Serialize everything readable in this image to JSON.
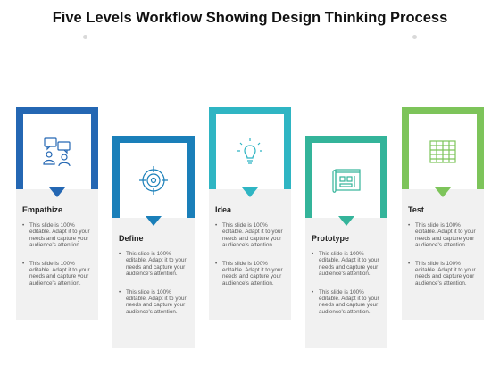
{
  "title": "Five Levels Workflow Showing Design Thinking Process",
  "stages": [
    {
      "name": "Empathize",
      "color": "#2467b3",
      "icon": "people-chat-icon",
      "bullets": [
        "This slide is 100% editable. Adapt it to your needs and capture your audience's attention.",
        "This slide is 100% editable. Adapt it to your needs and capture your audience's attention."
      ]
    },
    {
      "name": "Define",
      "color": "#1a7fb9",
      "icon": "target-icon",
      "bullets": [
        "This slide is 100% editable. Adapt it to your needs and capture your audience's attention.",
        "This slide is 100% editable. Adapt it to your needs and capture your audience's attention."
      ]
    },
    {
      "name": "Idea",
      "color": "#2fb5c3",
      "icon": "lightbulb-icon",
      "bullets": [
        "This slide is 100% editable. Adapt it to your needs and capture your audience's attention.",
        "This slide is 100% editable. Adapt it to your needs and capture your audience's attention."
      ]
    },
    {
      "name": "Prototype",
      "color": "#34b49a",
      "icon": "blueprint-icon",
      "bullets": [
        "This slide is 100% editable. Adapt it to your needs and capture your audience's attention.",
        "This slide is 100% editable. Adapt it to your needs and capture your audience's attention."
      ]
    },
    {
      "name": "Test",
      "color": "#7dc45a",
      "icon": "spreadsheet-icon",
      "bullets": [
        "This slide is 100% editable. Adapt it to your needs and capture your audience's attention.",
        "This slide is 100% editable. Adapt it to your needs and capture your audience's attention."
      ]
    }
  ]
}
